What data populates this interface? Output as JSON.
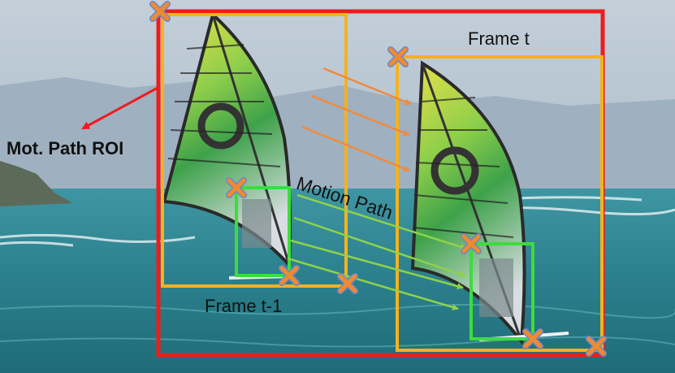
{
  "labels": {
    "roi": "Mot. Path ROI",
    "frame_t": "Frame t",
    "frame_t_minus_1": "Frame t-1",
    "motion_path": "Motion Path"
  },
  "colors": {
    "roi_box": "#ee1c1c",
    "frame_box": "#f5b21c",
    "object_box": "#3ddc3d",
    "corner_marker_fill": "#f08a30",
    "corner_marker_outline": "#6e86c8",
    "motion_arrow_orange": "#f08a3c",
    "motion_arrow_green": "#8ed24a",
    "roi_arrow": "#ee1c1c",
    "sky": "#b9c9d6",
    "sea": "#2f8a95"
  },
  "icons": [
    "cross-marker-icon",
    "arrow-icon"
  ]
}
